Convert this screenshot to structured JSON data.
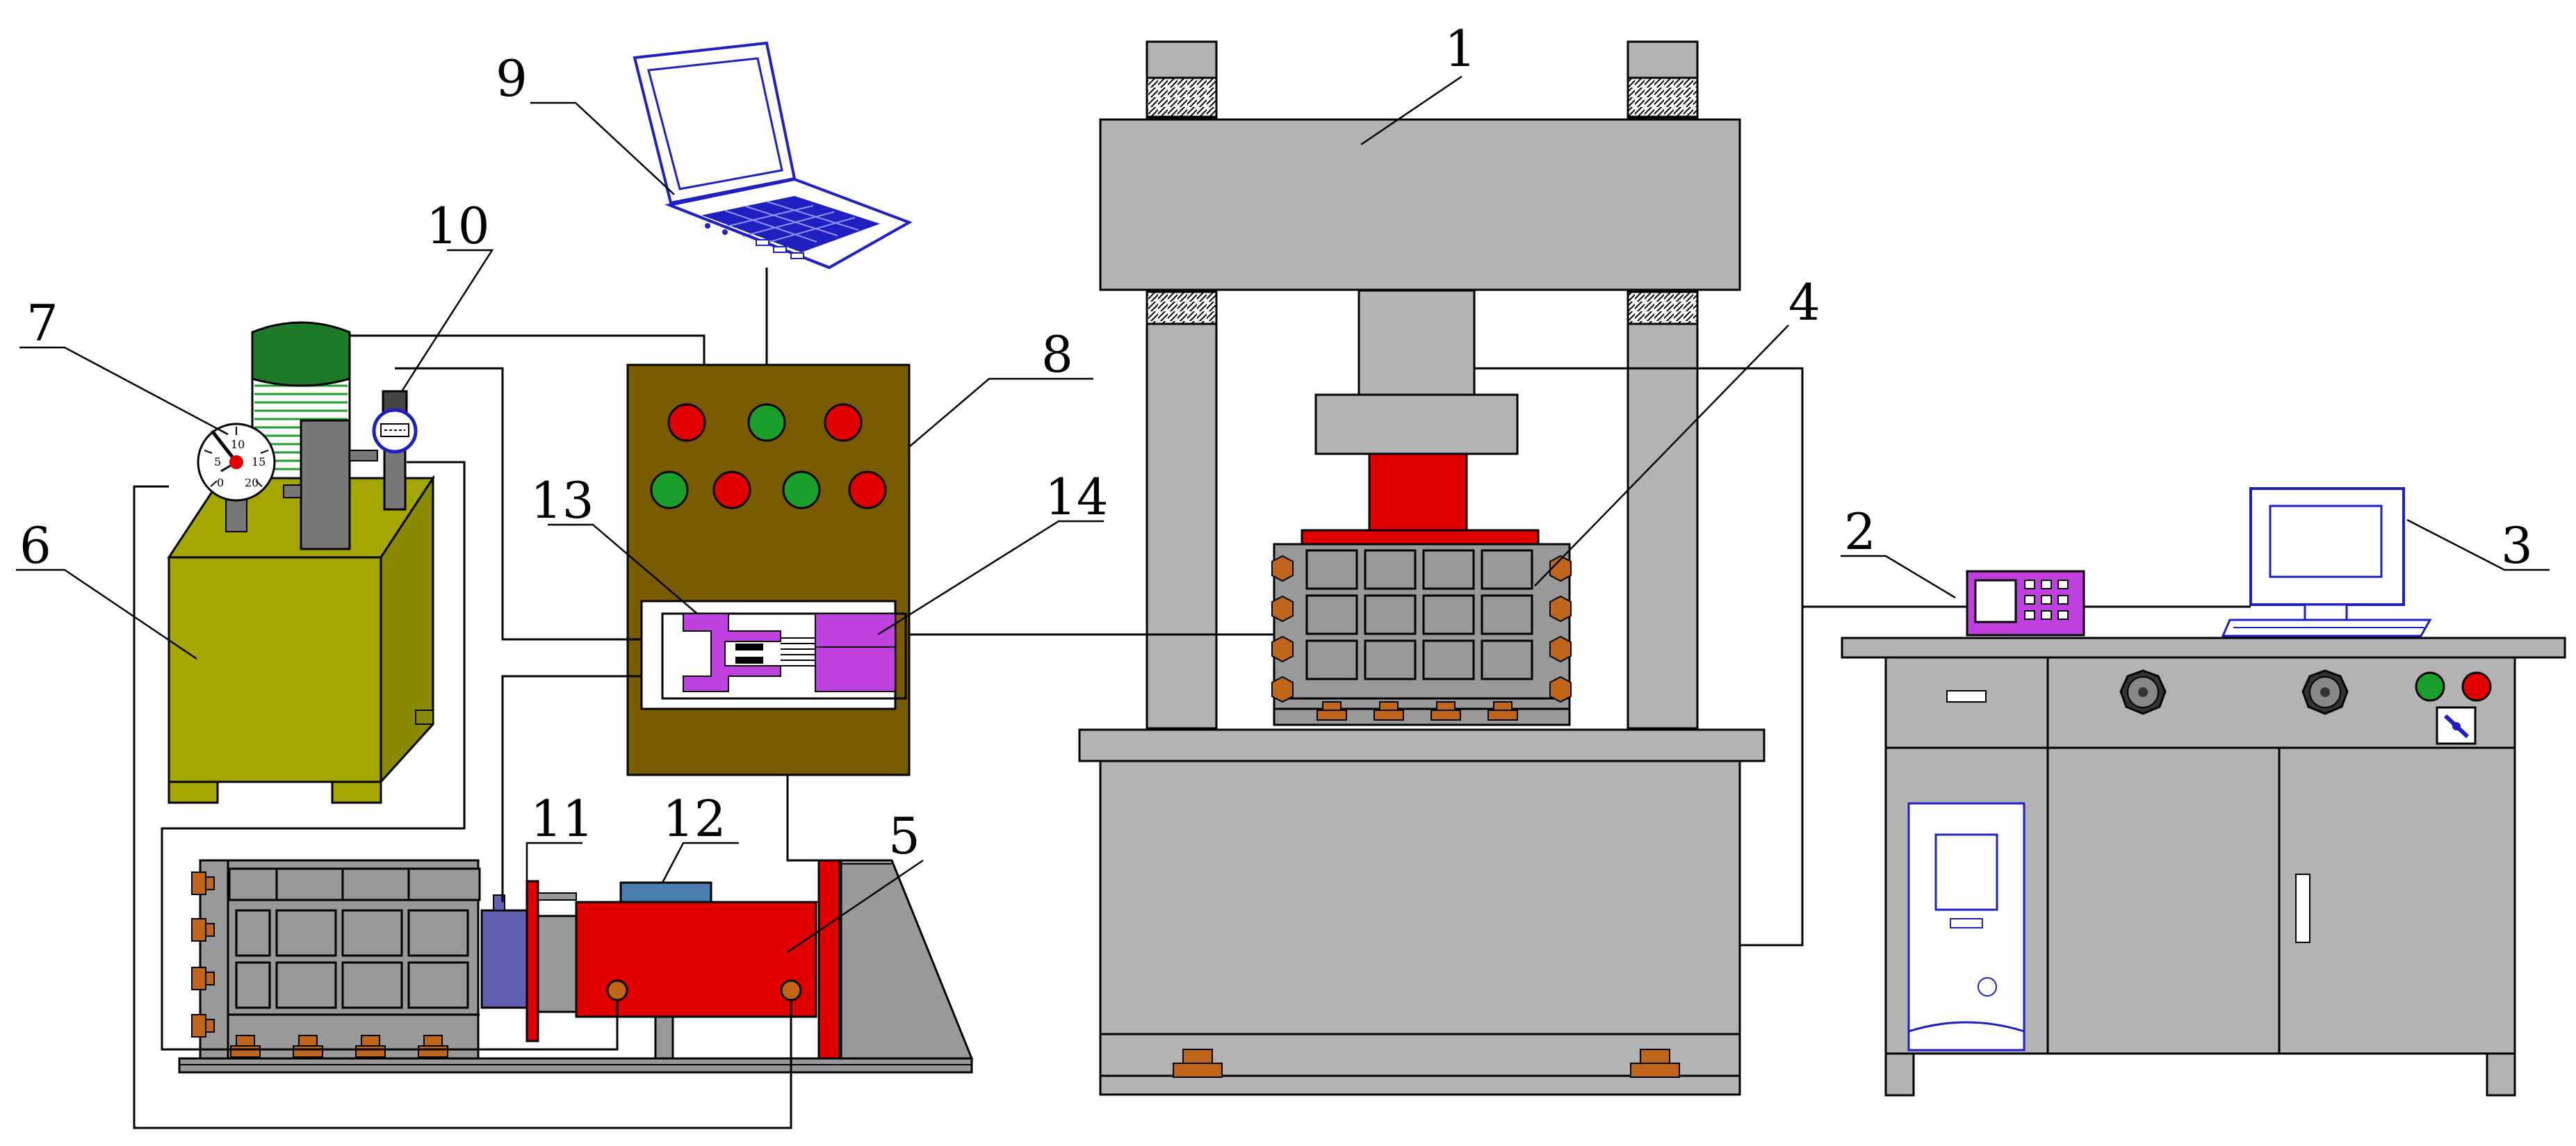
{
  "labels": {
    "l1": "1",
    "l2": "2",
    "l3": "3",
    "l4": "4",
    "l5": "5",
    "l6": "6",
    "l7": "7",
    "l8": "8",
    "l9": "9",
    "l10": "10",
    "l11": "11",
    "l12": "12",
    "l13": "13",
    "l14": "14"
  },
  "gauge": {
    "tick_top": "10",
    "tick_left": "5",
    "tick_right": "15",
    "tick_bottom_left": "0",
    "tick_bottom_right": "20"
  },
  "colors": {
    "machine_gray": "#b3b3b3",
    "frame_dark_gray": "#999999",
    "tank_olive": "#a6a600",
    "motor_green": "#1e7a2a",
    "cabinet_brown": "#7a5c00",
    "lamp_red": "#e00000",
    "lamp_green": "#1aa02a",
    "hydraulic_red": "#e00000",
    "loadcell_magenta": "#c040e0",
    "laptop_blue": "#2020c0",
    "actuator_blue": "#6060b0",
    "bolt_copper": "#c0661c"
  }
}
